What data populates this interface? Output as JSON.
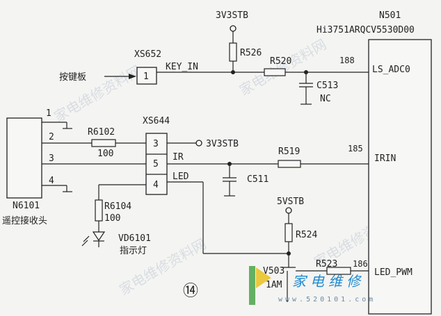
{
  "chip": {
    "ref": "N501",
    "part": "Hi3751ARQCV5530D00"
  },
  "pins": [
    {
      "name": "LS_ADC0",
      "number": "188"
    },
    {
      "name": "IRIN",
      "number": "185"
    },
    {
      "name": "LED_PWM",
      "number": "186"
    }
  ],
  "connectors": {
    "xs652": {
      "ref": "XS652",
      "pin": "1",
      "signal": "KEY_IN",
      "source": "按键板"
    },
    "xs644": {
      "ref": "XS644",
      "pins": [
        "3",
        "5",
        "4"
      ],
      "signals": [
        "IR",
        "LED"
      ]
    }
  },
  "receiver": {
    "ref": "N6101",
    "label": "遥控接收头",
    "pins": [
      "1",
      "2",
      "3",
      "4"
    ]
  },
  "components": {
    "R526": "R526",
    "R520": "R520",
    "C513": "C513",
    "C513_note": "NC",
    "R6102": "R6102",
    "R6102_value": "100",
    "R519": "R519",
    "C511": "C511",
    "R6104": "R6104",
    "R6104_value": "100",
    "VD6101": "VD6101",
    "VD6101_label": "指示灯",
    "R524": "R524",
    "R523": "R523",
    "V503": "V503",
    "V503_part": "1AM"
  },
  "rails": {
    "top": "3V3STB",
    "mid": "3V3STB",
    "led": "5VSTB"
  },
  "figure_number": "⑭",
  "watermark": {
    "text": "家电维修资料网",
    "site": "www.520101.com",
    "brand": "家电维修"
  },
  "colors": {
    "ink": "#222222",
    "paper": "#f4f4f2",
    "brand": "#1f8ad0",
    "logo_green": "#4aa34a",
    "logo_yellow": "#e8c020"
  }
}
